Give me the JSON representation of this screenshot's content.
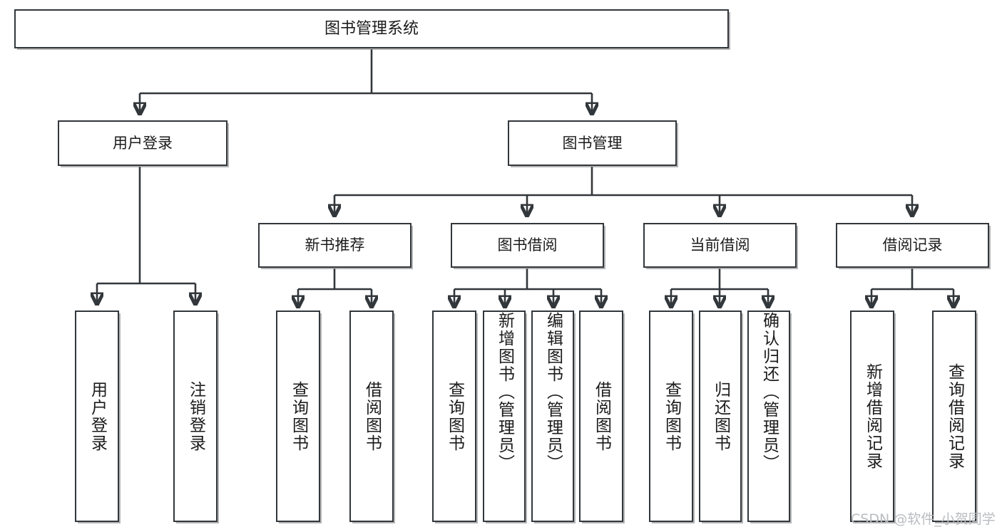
{
  "diagram": {
    "type": "tree-hierarchy",
    "title_node": "图书管理系统",
    "watermark": "CSDN @软件_小贺同学",
    "colors": {
      "stroke": "#32373b",
      "fill": "#ffffff",
      "text": "#1b1b1b",
      "watermark": "#b9bcc0"
    },
    "levels": {
      "level1": [
        "图书管理系统"
      ],
      "level2": [
        "用户登录",
        "图书管理"
      ],
      "level3": [
        "新书推荐",
        "图书借阅",
        "当前借阅",
        "借阅记录"
      ],
      "level4": [
        "用户登录",
        "注销登录",
        "查询图书",
        "借阅图书",
        "查询图书",
        "新增图书（管理员）",
        "编辑图书（管理员）",
        "借阅图书",
        "查询图书",
        "归还图书",
        "确认归还（管理员）",
        "新增借阅记录",
        "查询借阅记录"
      ]
    },
    "nodes": {
      "root": {
        "label": "图书管理系统"
      },
      "user_login": {
        "label": "用户登录"
      },
      "book_manage": {
        "label": "图书管理"
      },
      "new_book_rec": {
        "label": "新书推荐"
      },
      "book_borrow": {
        "label": "图书借阅"
      },
      "current_borrow": {
        "label": "当前借阅"
      },
      "borrow_record": {
        "label": "借阅记录"
      },
      "leaf_user_login": {
        "label": "用户登录"
      },
      "leaf_logout": {
        "label": "注销登录"
      },
      "leaf_query_book_1": {
        "label": "查询图书"
      },
      "leaf_borrow_book_1": {
        "label": "借阅图书"
      },
      "leaf_query_book_2": {
        "label": "查询图书"
      },
      "leaf_add_book": {
        "label": "新增图书（管理员）"
      },
      "leaf_edit_book": {
        "label": "编辑图书（管理员）"
      },
      "leaf_borrow_book_2": {
        "label": "借阅图书"
      },
      "leaf_query_book_3": {
        "label": "查询图书"
      },
      "leaf_return_book": {
        "label": "归还图书"
      },
      "leaf_confirm_return": {
        "label": "确认归还（管理员）"
      },
      "leaf_add_record": {
        "label": "新增借阅记录"
      },
      "leaf_query_record": {
        "label": "查询借阅记录"
      }
    }
  }
}
